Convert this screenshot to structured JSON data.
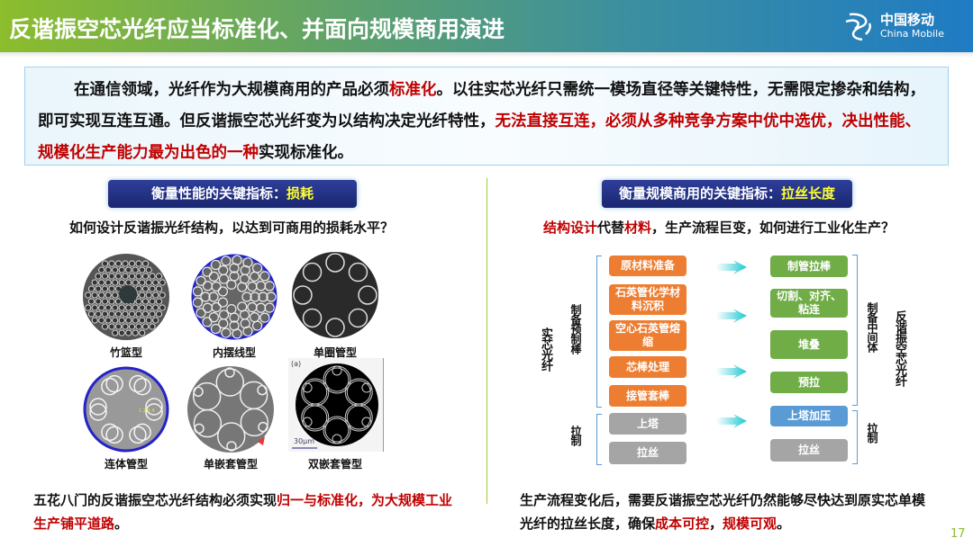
{
  "header": {
    "title": "反谐振空芯光纤应当标准化、并面向规模商用演进",
    "logo_cn": "中国移动",
    "logo_en": "China Mobile"
  },
  "intro": {
    "p1": "在通信领域，光纤作为大规模商用的产品必须",
    "p1_red": "标准化",
    "p2": "。以往实芯光纤只需统一模场直径等关键特性，无需限定掺杂和结构，即可实现互连互通。但反谐振空芯光纤变为以结构决定光纤特性，",
    "p2_red": "无法直接互连，必须从多种竞争方案中优中选优，决出性能、规模化生产能力最为出色的一种",
    "p3": "实现标准化。"
  },
  "left": {
    "badge": "衡量性能的关键指标：",
    "badge_hl": "损耗",
    "question": "如何设计反谐振光纤结构，以达到可商用的损耗水平？",
    "fibers": [
      {
        "label": "竹篮型"
      },
      {
        "label": "内摆线型"
      },
      {
        "label": "单圈管型"
      },
      {
        "label": "连体管型"
      },
      {
        "label": "单嵌套管型"
      },
      {
        "label": "双嵌套管型",
        "panel_tag": "(a)",
        "scale": "30μm"
      }
    ],
    "summary_a": "五花八门的反谐振空芯光纤结构必须实现",
    "summary_red": "归一与标准化，为大规模工业生产铺平道路",
    "summary_b": "。"
  },
  "right": {
    "badge": "衡量规模商用的关键指标：",
    "badge_hl": "拉丝长度",
    "q_red1": "结构设计",
    "q_a": "代替",
    "q_red2": "材料",
    "q_b": "，生产流程巨变，如何进行工业化生产？",
    "solid_label": "实芯光纤",
    "preform_label": "制备预制棒",
    "draw_label": "拉制",
    "solid_steps": [
      "原材料准备",
      "石英管化学材料沉积",
      "空心石英管熔缩",
      "芯棒处理",
      "接管套棒"
    ],
    "solid_draw": [
      "上塔",
      "拉丝"
    ],
    "hollow_steps": [
      "制管拉棒",
      "切割、对齐、粘连",
      "堆叠",
      "预拉"
    ],
    "hollow_draw": [
      "上塔加压",
      "拉丝"
    ],
    "intermediate_label": "制备中间体",
    "hollow_draw_label": "拉制",
    "hollow_label": "反谐振空芯光纤",
    "summary_a": "生产流程变化后，需要反谐振空芯光纤仍然能够尽快达到原实芯单模光纤的拉丝长度，确保",
    "summary_red1": "成本可控",
    "summary_b": "，",
    "summary_red2": "规模可观",
    "summary_c": "。"
  },
  "page_number": "17",
  "colors": {
    "accent_red": "#c00000",
    "badge_blue": "#1a2670",
    "highlight_yellow": "#ffff33",
    "orange": "#ed7d31",
    "green": "#70ad47",
    "grey": "#a5a5a5",
    "blue": "#5b9bd5"
  }
}
